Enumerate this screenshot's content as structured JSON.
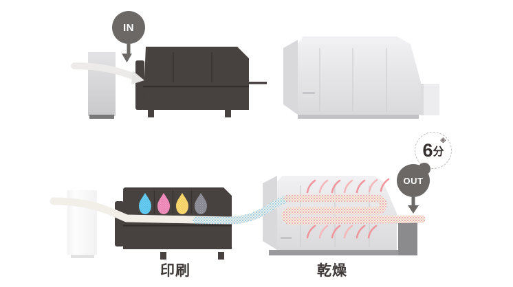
{
  "badges": {
    "in": "IN",
    "out": "OUT"
  },
  "duration": {
    "value": "6",
    "unit": "分",
    "note_mark": "※"
  },
  "stages": {
    "print": "印刷",
    "dry": "乾燥"
  },
  "icons": {
    "in_arrow": "down-arrow",
    "out_arrow": "down-arrow",
    "ink_drops": [
      "cyan",
      "magenta",
      "yellow",
      "gray"
    ],
    "heat_waves": "curved-heat-lines",
    "paper_web": "serpentine-paper-path"
  },
  "colors": {
    "machine_dark": "#47413f",
    "machine_light": "#e4e4e6",
    "badge_gray": "#6b6866",
    "ink_cyan": "#56c3ec",
    "ink_magenta": "#ec82b4",
    "ink_yellow": "#f6d161",
    "ink_gray": "#84848f",
    "heat_red": "#ef9096",
    "paper": "#f2efe9",
    "print_dots": "#79bedd",
    "dry_dots": "#e98f9b",
    "label_text": "#3e3937",
    "background": "#ffffff"
  }
}
